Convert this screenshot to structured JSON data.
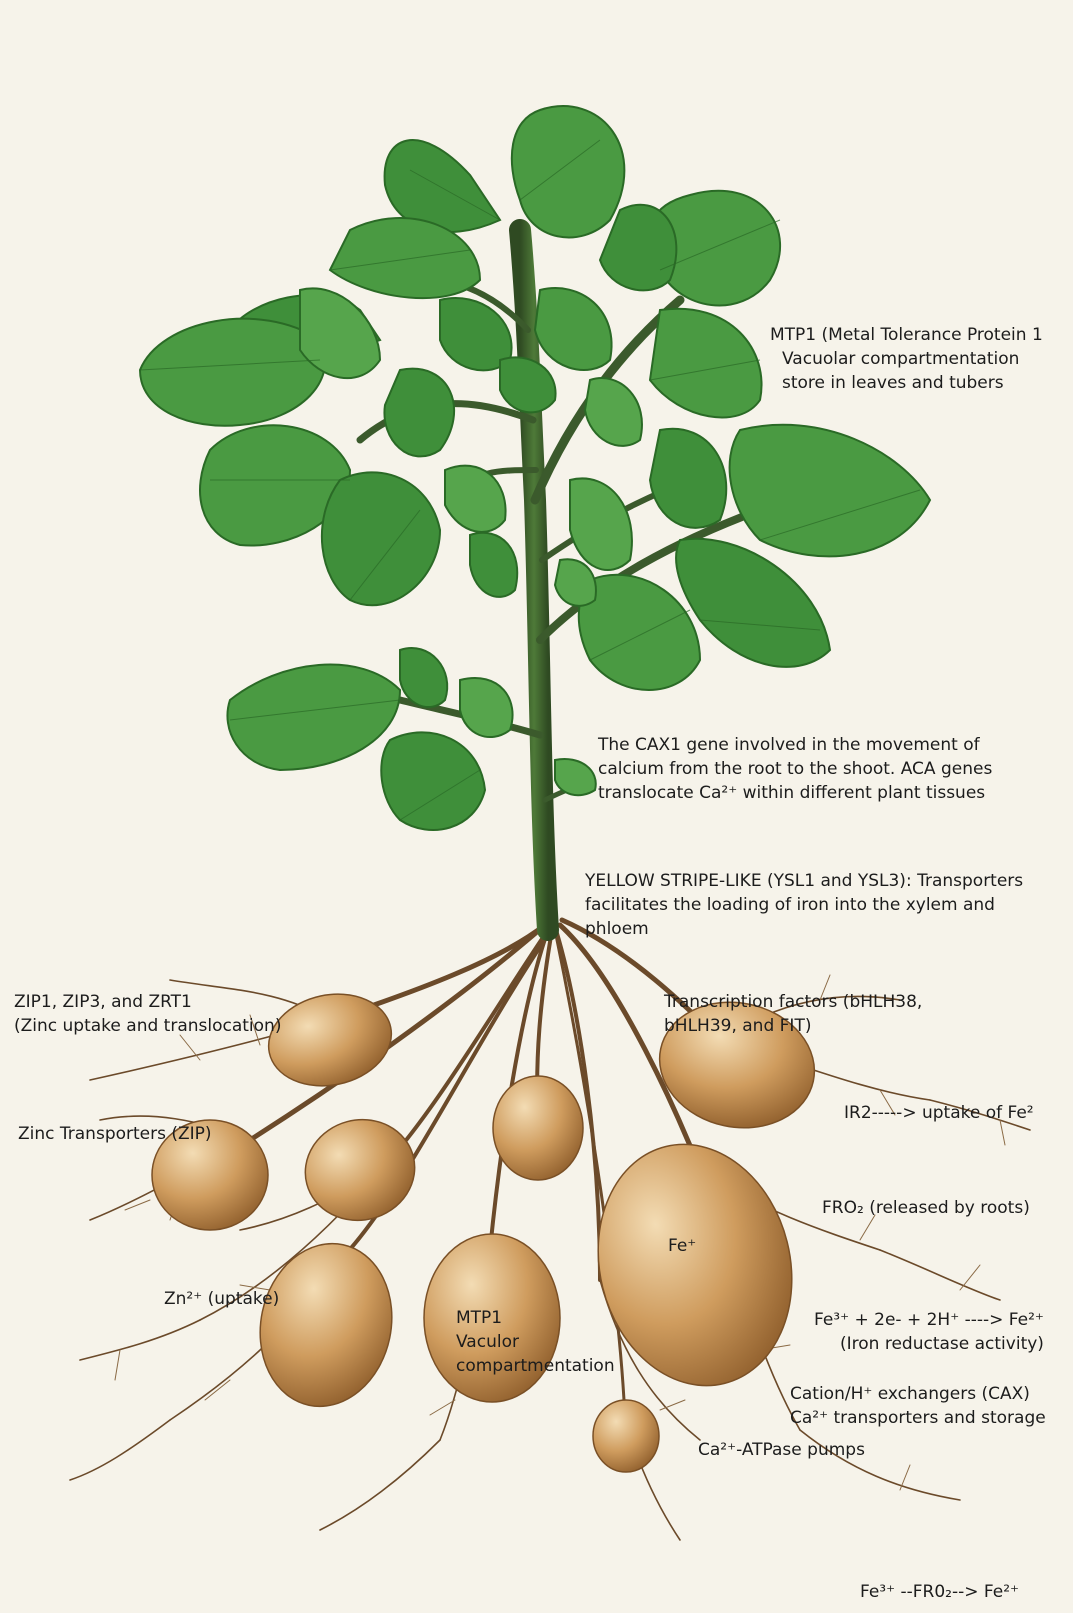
{
  "colors": {
    "background": "#f6f3ea",
    "leaf": "#3f8f3a",
    "leaf_dark": "#2a6a26",
    "stem": "#3b5a2c",
    "root": "#6b4a2a",
    "tuber": "#c89658",
    "tuber_light": "#ecd2a6",
    "tuber_dark": "#8a5c2c"
  },
  "labels": {
    "mtp1_leaves": [
      "MTP1 (Metal Tolerance Protein 1",
      "Vacuolar compartmentation",
      "store in leaves and tubers"
    ],
    "cax1": [
      "The CAX1 gene involved in the movement of",
      "calcium from the root to the shoot. ACA genes",
      "translocate Ca²⁺ within different plant tissues"
    ],
    "ysl": [
      "YELLOW STRIPE-LIKE (YSL1 and YSL3): Transporters",
      "facilitates the loading of iron into the xylem and",
      "phloem"
    ],
    "zip": [
      "ZIP1, ZIP3, and ZRT1",
      "(Zinc uptake and translocation)"
    ],
    "transcription": [
      "Transcription factors (bHLH38,",
      "bHLH39, and FIT)"
    ],
    "zinc_transporters": "Zinc Transporters (ZIP)",
    "irt": "IR2-----> uptake of Fe²",
    "fro2": "FRO₂ (released by roots)",
    "fe_plus": "Fe⁺",
    "fe_fro": "Fe³⁺ --FR0₂--> Fe²⁺",
    "zn_uptake": "Zn²⁺ (uptake)",
    "fe_reduction": [
      "Fe³⁺ + 2e- + 2H⁺ ----> Fe²⁺",
      "(Iron reductase activity)"
    ],
    "mtp1_tuber": [
      "MTP1",
      "Vaculor",
      "compartmentation"
    ],
    "cax": [
      "Cation/H⁺ exchangers (CAX)",
      "Ca²⁺ transporters and storage"
    ],
    "atpase": "Ca²⁺-ATPase pumps"
  }
}
